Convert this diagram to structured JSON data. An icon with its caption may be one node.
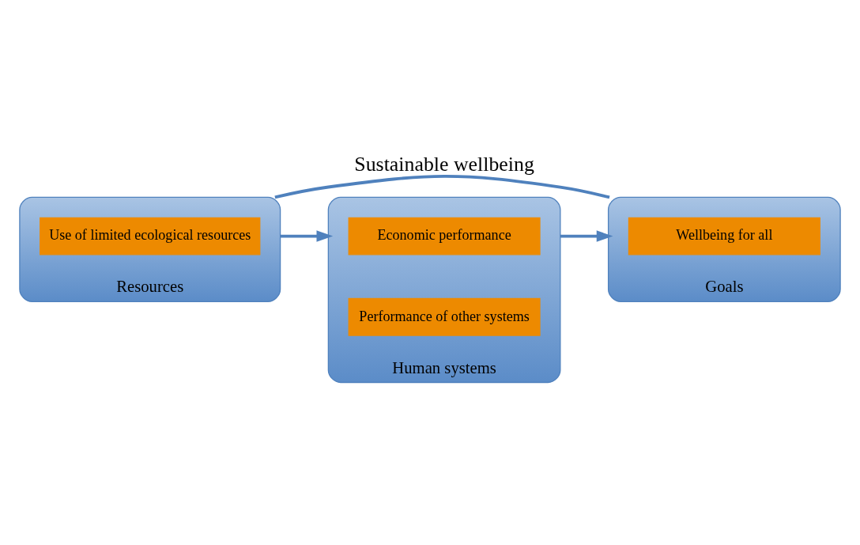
{
  "diagram": {
    "nodes": [
      {
        "text": [
          "Resources"
        ]
      },
      {
        "text": [
          "Use of limited ecological resources"
        ],
        "in": 0
      },
      {
        "text": [
          "Goals"
        ]
      },
      {
        "text": [
          "Wellbeing for all"
        ],
        "in": 2
      },
      {
        "text": [
          "Human systems"
        ]
      },
      {
        "text": [
          "Economic performance"
        ],
        "in": 4
      },
      {
        "text": [
          "Performance of other systems"
        ],
        "in": 4
      }
    ],
    "edges": [
      {
        "from": 0,
        "to": 4,
        "arrow": "to"
      },
      {
        "from": 4,
        "to": 2,
        "arrow": "to"
      },
      {
        "from": 0,
        "to": 2,
        "arrow": "none",
        "label": "Sustainable wellbeing"
      }
    ]
  }
}
